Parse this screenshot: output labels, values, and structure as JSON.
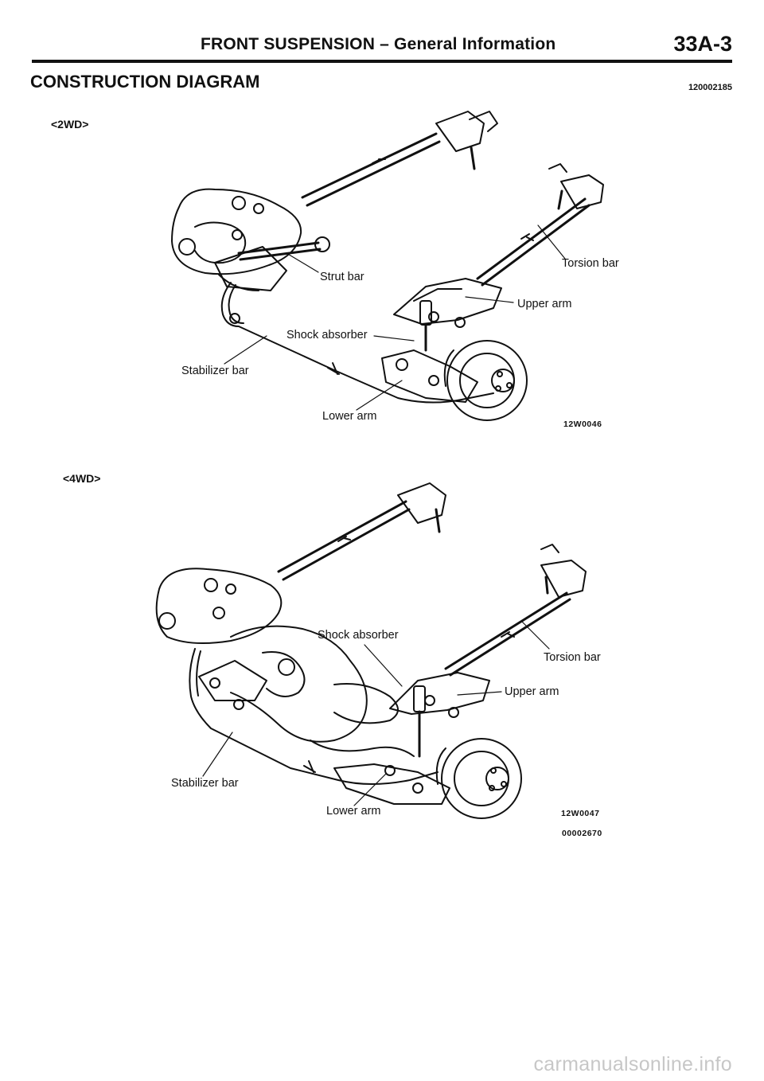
{
  "header": {
    "title": "FRONT SUSPENSION",
    "dash": "–",
    "subtitle": "General Information",
    "page_number": "33A-3"
  },
  "section": {
    "title": "CONSTRUCTION DIAGRAM",
    "doc_id": "120002185"
  },
  "diagram_2wd": {
    "variant": "<2WD>",
    "labels": {
      "strut_bar": "Strut bar",
      "torsion_bar": "Torsion bar",
      "upper_arm": "Upper arm",
      "shock_absorber": "Shock absorber",
      "stabilizer_bar": "Stabilizer bar",
      "lower_arm": "Lower arm"
    },
    "figure_code": "12W0046"
  },
  "diagram_4wd": {
    "variant": "<4WD>",
    "labels": {
      "shock_absorber": "Shock absorber",
      "torsion_bar": "Torsion bar",
      "upper_arm": "Upper arm",
      "stabilizer_bar": "Stabilizer bar",
      "lower_arm": "Lower arm"
    },
    "figure_code": "12W0047",
    "ref_code": "00002670"
  },
  "watermark": "carmanualsonline.info"
}
